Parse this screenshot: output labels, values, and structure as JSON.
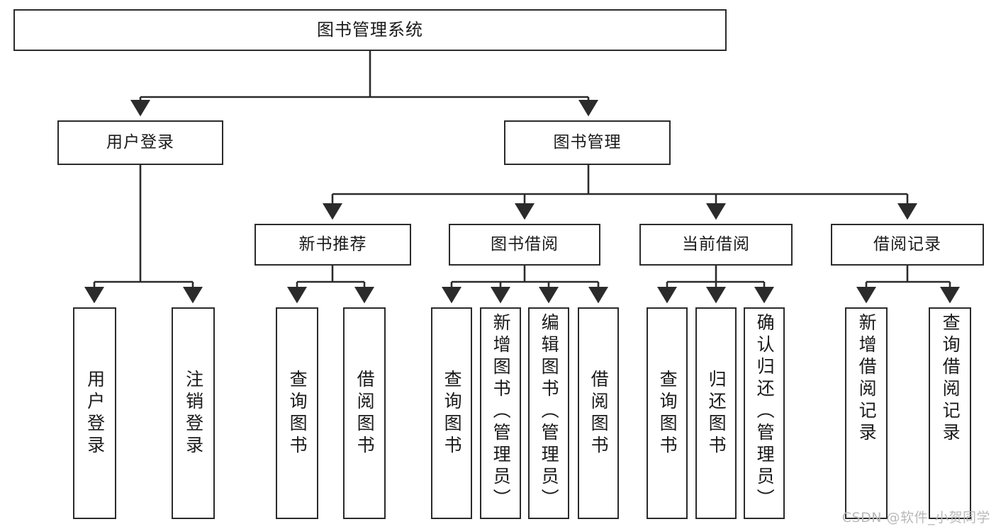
{
  "diagram": {
    "title": "图书管理系统",
    "type": "tree-hierarchy-chart",
    "stroke_color": "#2b2b2b",
    "fill_color": "#ffffff",
    "background_color": "#ffffff"
  },
  "nodes": {
    "root": {
      "label": "图书管理系统"
    },
    "level2": [
      {
        "id": "user-login",
        "label": "用户登录"
      },
      {
        "id": "book-management",
        "label": "图书管理"
      }
    ],
    "level3": [
      {
        "id": "new-book-recommend",
        "label": "新书推荐"
      },
      {
        "id": "book-borrow",
        "label": "图书借阅"
      },
      {
        "id": "current-borrow",
        "label": "当前借阅"
      },
      {
        "id": "borrow-record",
        "label": "借阅记录"
      }
    ],
    "leaves": {
      "user_login": [
        {
          "id": "leaf-user-login",
          "label": "用户登录"
        },
        {
          "id": "leaf-logout",
          "label": "注销登录"
        }
      ],
      "new_book_recommend": [
        {
          "id": "leaf-query-book-1",
          "label": "查询图书"
        },
        {
          "id": "leaf-borrow-book-1",
          "label": "借阅图书"
        }
      ],
      "book_borrow": [
        {
          "id": "leaf-query-book-2",
          "label": "查询图书"
        },
        {
          "id": "leaf-add-book",
          "label": "新增图书（管理员）"
        },
        {
          "id": "leaf-edit-book",
          "label": "编辑图书（管理员）"
        },
        {
          "id": "leaf-borrow-book-2",
          "label": "借阅图书"
        }
      ],
      "current_borrow": [
        {
          "id": "leaf-query-book-3",
          "label": "查询图书"
        },
        {
          "id": "leaf-return-book",
          "label": "归还图书"
        },
        {
          "id": "leaf-confirm-return",
          "label": "确认归还（管理员）"
        }
      ],
      "borrow_record": [
        {
          "id": "leaf-add-record",
          "label": "新增借阅记录"
        },
        {
          "id": "leaf-query-record",
          "label": "查询借阅记录"
        }
      ]
    }
  },
  "watermark": {
    "text": "CSDN @软件_小贺同学"
  }
}
